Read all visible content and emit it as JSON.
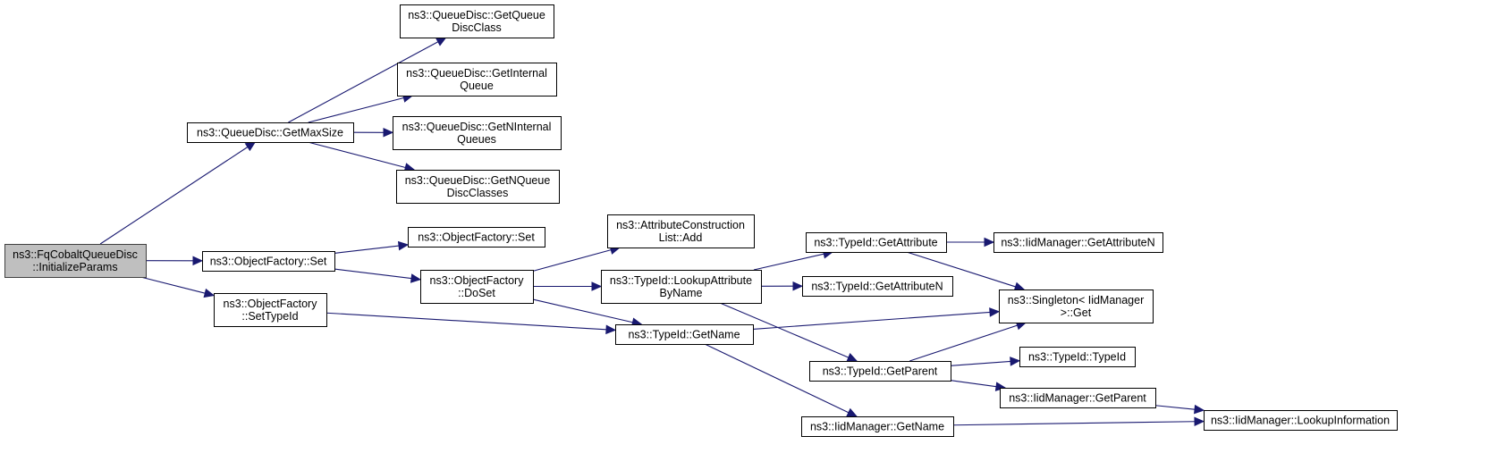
{
  "diagram": {
    "type": "call-graph",
    "edge_color": "#191970",
    "root_fill": "#bfbfbf",
    "nodes": [
      {
        "id": "initparams",
        "lines": [
          "ns3::FqCobaltQueueDisc",
          "::InitializeParams"
        ],
        "root": true
      },
      {
        "id": "getmaxsize",
        "lines": [
          "ns3::QueueDisc::GetMaxSize"
        ]
      },
      {
        "id": "getqueuediscclass",
        "lines": [
          "ns3::QueueDisc::GetQueue",
          "DiscClass"
        ]
      },
      {
        "id": "getinternalqueue",
        "lines": [
          "ns3::QueueDisc::GetInternal",
          "Queue"
        ]
      },
      {
        "id": "getninternalqueues",
        "lines": [
          "ns3::QueueDisc::GetNInternal",
          "Queues"
        ]
      },
      {
        "id": "getnqueuediscclasses",
        "lines": [
          "ns3::QueueDisc::GetNQueue",
          "DiscClasses"
        ]
      },
      {
        "id": "of_set_a",
        "lines": [
          "ns3::ObjectFactory::Set"
        ]
      },
      {
        "id": "of_set_b",
        "lines": [
          "ns3::ObjectFactory::Set"
        ]
      },
      {
        "id": "of_settypeid",
        "lines": [
          "ns3::ObjectFactory",
          "::SetTypeId"
        ]
      },
      {
        "id": "of_doset",
        "lines": [
          "ns3::ObjectFactory",
          "::DoSet"
        ]
      },
      {
        "id": "acl_add",
        "lines": [
          "ns3::AttributeConstruction",
          "List::Add"
        ]
      },
      {
        "id": "lookupattr",
        "lines": [
          "ns3::TypeId::LookupAttribute",
          "ByName"
        ]
      },
      {
        "id": "tid_getname",
        "lines": [
          "ns3::TypeId::GetName"
        ]
      },
      {
        "id": "tid_getattribute",
        "lines": [
          "ns3::TypeId::GetAttribute"
        ]
      },
      {
        "id": "tid_getattributen",
        "lines": [
          "ns3::TypeId::GetAttributeN"
        ]
      },
      {
        "id": "tid_getparent",
        "lines": [
          "ns3::TypeId::GetParent"
        ]
      },
      {
        "id": "iid_getname",
        "lines": [
          "ns3::IidManager::GetName"
        ]
      },
      {
        "id": "iid_getattributen",
        "lines": [
          "ns3::IidManager::GetAttributeN"
        ]
      },
      {
        "id": "singleton_get",
        "lines": [
          "ns3::Singleton< IidManager",
          ">::Get"
        ]
      },
      {
        "id": "tid_typeid",
        "lines": [
          "ns3::TypeId::TypeId"
        ]
      },
      {
        "id": "iid_getparent",
        "lines": [
          "ns3::IidManager::GetParent"
        ]
      },
      {
        "id": "iid_lookupinfo",
        "lines": [
          "ns3::IidManager::LookupInformation"
        ]
      }
    ],
    "edges": [
      {
        "from": "initparams",
        "to": "getmaxsize"
      },
      {
        "from": "initparams",
        "to": "of_set_a"
      },
      {
        "from": "initparams",
        "to": "of_settypeid"
      },
      {
        "from": "getmaxsize",
        "to": "getqueuediscclass"
      },
      {
        "from": "getmaxsize",
        "to": "getinternalqueue"
      },
      {
        "from": "getmaxsize",
        "to": "getninternalqueues"
      },
      {
        "from": "getmaxsize",
        "to": "getnqueuediscclasses"
      },
      {
        "from": "of_set_a",
        "to": "of_set_b"
      },
      {
        "from": "of_set_a",
        "to": "of_doset"
      },
      {
        "from": "of_settypeid",
        "to": "tid_getname"
      },
      {
        "from": "of_doset",
        "to": "acl_add"
      },
      {
        "from": "of_doset",
        "to": "lookupattr"
      },
      {
        "from": "of_doset",
        "to": "tid_getname"
      },
      {
        "from": "lookupattr",
        "to": "tid_getattribute"
      },
      {
        "from": "lookupattr",
        "to": "tid_getattributen"
      },
      {
        "from": "lookupattr",
        "to": "tid_getparent"
      },
      {
        "from": "tid_getname",
        "to": "singleton_get"
      },
      {
        "from": "tid_getname",
        "to": "iid_getname"
      },
      {
        "from": "tid_getattribute",
        "to": "iid_getattributen"
      },
      {
        "from": "tid_getattribute",
        "to": "singleton_get"
      },
      {
        "from": "tid_getparent",
        "to": "singleton_get"
      },
      {
        "from": "tid_getparent",
        "to": "tid_typeid"
      },
      {
        "from": "tid_getparent",
        "to": "iid_getparent"
      },
      {
        "from": "iid_getparent",
        "to": "iid_lookupinfo"
      },
      {
        "from": "iid_getname",
        "to": "iid_lookupinfo"
      }
    ]
  }
}
